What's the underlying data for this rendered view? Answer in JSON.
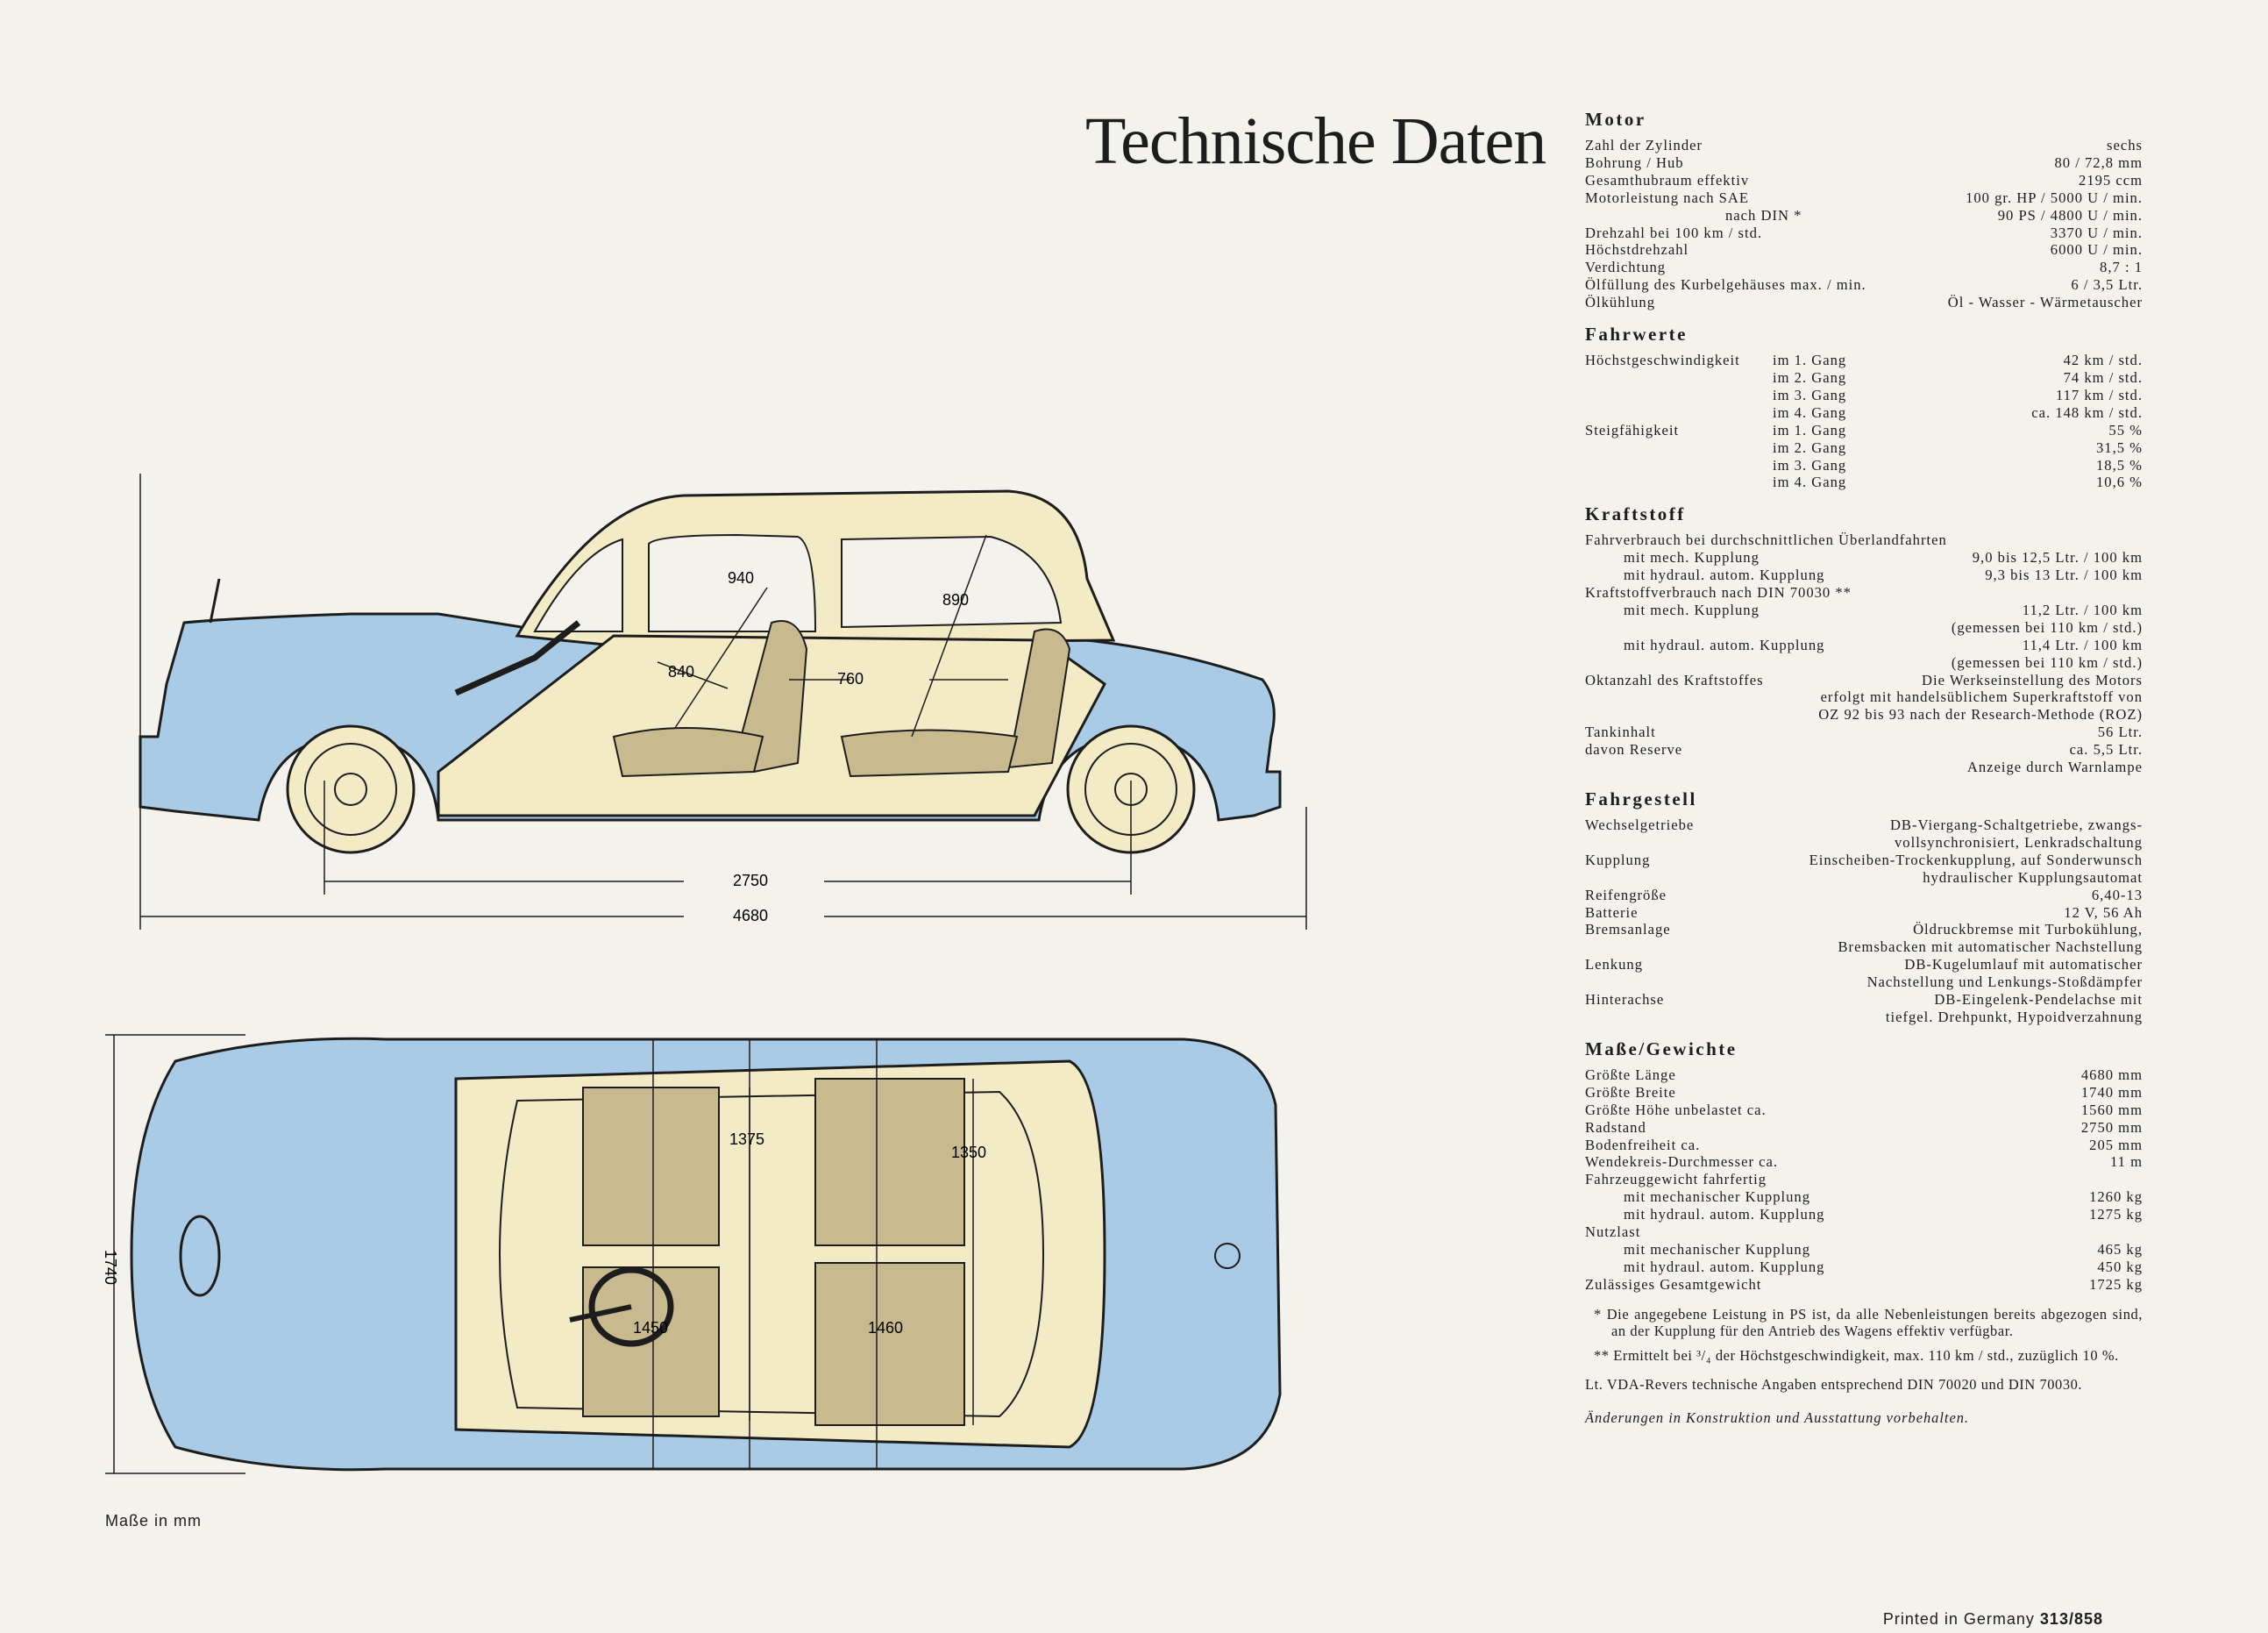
{
  "title": "Technische Daten",
  "dimensions_note": "Maße in mm",
  "printed": {
    "text": "Printed in Germany",
    "code": "313/858"
  },
  "drawing_labels": {
    "side_940": "940",
    "side_890": "890",
    "side_840": "840",
    "side_760": "760",
    "side_2750": "2750",
    "side_4680": "4680",
    "top_1740": "1740",
    "top_1375": "1375",
    "top_1350": "1350",
    "top_1450": "1450",
    "top_1460": "1460"
  },
  "colors": {
    "body": "#a9cbe6",
    "interior": "#f2ebc6",
    "seats": "#c9b98e",
    "ink": "#1d1d1d"
  },
  "motor": {
    "heading": "Motor",
    "rows": [
      {
        "l": "Zahl der Zylinder",
        "r": "sechs"
      },
      {
        "l": "Bohrung / Hub",
        "r": "80 / 72,8 mm"
      },
      {
        "l": "Gesamthubraum effektiv",
        "r": "2195 ccm"
      },
      {
        "l": "Motorleistung nach SAE",
        "r": "100 gr. HP / 5000 U / min."
      },
      {
        "l": "nach DIN *",
        "r": "90 PS / 4800 U / min."
      },
      {
        "l": "Drehzahl bei 100 km / std.",
        "r": "3370 U / min."
      },
      {
        "l": "Höchstdrehzahl",
        "r": "6000 U / min."
      },
      {
        "l": "Verdichtung",
        "r": "8,7 : 1"
      },
      {
        "l": "Ölfüllung des Kurbelgehäuses max. / min.",
        "r": "6 / 3,5 Ltr."
      },
      {
        "l": "Ölkühlung",
        "r": "Öl - Wasser - Wärmetauscher"
      }
    ]
  },
  "fahrwerte": {
    "heading": "Fahrwerte",
    "rows": [
      {
        "a": "Höchstgeschwindigkeit",
        "b": "im 1. Gang",
        "r": "42 km / std."
      },
      {
        "a": "",
        "b": "im 2. Gang",
        "r": "74 km / std."
      },
      {
        "a": "",
        "b": "im 3. Gang",
        "r": "117 km / std."
      },
      {
        "a": "",
        "b": "im 4. Gang",
        "r": "ca. 148 km / std."
      },
      {
        "a": "Steigfähigkeit",
        "b": "im 1. Gang",
        "r": "55 %"
      },
      {
        "a": "",
        "b": "im 2. Gang",
        "r": "31,5 %"
      },
      {
        "a": "",
        "b": "im 3. Gang",
        "r": "18,5 %"
      },
      {
        "a": "",
        "b": "im 4. Gang",
        "r": "10,6 %"
      }
    ]
  },
  "kraftstoff": {
    "heading": "Kraftstoff",
    "line1": "Fahrverbrauch bei durchschnittlichen Überlandfahrten",
    "mech1_l": "mit mech. Kupplung",
    "mech1_r": "9,0 bis 12,5 Ltr. / 100 km",
    "hydr1_l": "mit hydraul. autom. Kupplung",
    "hydr1_r": "9,3 bis 13 Ltr. / 100 km",
    "line2": "Kraftstoffverbrauch nach DIN 70030 **",
    "mech2_l": "mit mech. Kupplung",
    "mech2_r": "11,2 Ltr. / 100 km",
    "mech2_sub": "(gemessen bei 110 km / std.)",
    "hydr2_l": "mit hydraul. autom. Kupplung",
    "hydr2_r": "11,4 Ltr. / 100 km",
    "hydr2_sub": "(gemessen bei 110 km / std.)",
    "oktan_l": "Oktanzahl des Kraftstoffes",
    "oktan_r": "Die Werkseinstellung des Motors",
    "oktan_2": "erfolgt mit handelsüblichem Superkraftstoff von",
    "oktan_3": "OZ 92 bis 93 nach der Research-Methode (ROZ)",
    "tank_l": "Tankinhalt",
    "tank_r": "56 Ltr.",
    "res_l": "davon Reserve",
    "res_r": "ca. 5,5 Ltr.",
    "warn": "Anzeige durch Warnlampe"
  },
  "fahrgestell": {
    "heading": "Fahrgestell",
    "rows": [
      {
        "l": "Wechselgetriebe",
        "r": [
          "DB-Viergang-Schaltgetriebe, zwangs-",
          "vollsynchronisiert, Lenkradschaltung"
        ]
      },
      {
        "l": "Kupplung",
        "r": [
          "Einscheiben-Trockenkupplung, auf Sonderwunsch",
          "hydraulischer Kupplungsautomat"
        ]
      },
      {
        "l": "Reifengröße",
        "r": [
          "6,40-13"
        ]
      },
      {
        "l": "Batterie",
        "r": [
          "12 V, 56 Ah"
        ]
      },
      {
        "l": "Bremsanlage",
        "r": [
          "Öldruckbremse mit Turbokühlung,",
          "Bremsbacken mit automatischer Nachstellung"
        ]
      },
      {
        "l": "Lenkung",
        "r": [
          "DB-Kugelumlauf mit automatischer",
          "Nachstellung und Lenkungs-Stoßdämpfer"
        ]
      },
      {
        "l": "Hinterachse",
        "r": [
          "DB-Eingelenk-Pendelachse mit",
          "tiefgel. Drehpunkt, Hypoidverzahnung"
        ]
      }
    ]
  },
  "masse": {
    "heading": "Maße/Gewichte",
    "rows": [
      {
        "l": "Größte Länge",
        "r": "4680 mm",
        "i": 0
      },
      {
        "l": "Größte Breite",
        "r": "1740 mm",
        "i": 0
      },
      {
        "l": "Größte Höhe unbelastet ca.",
        "r": "1560 mm",
        "i": 0
      },
      {
        "l": "Radstand",
        "r": "2750 mm",
        "i": 0
      },
      {
        "l": "Bodenfreiheit ca.",
        "r": "205 mm",
        "i": 0
      },
      {
        "l": "Wendekreis-Durchmesser ca.",
        "r": "11 m",
        "i": 0
      },
      {
        "l": "Fahrzeuggewicht fahrfertig",
        "r": "",
        "i": 0
      },
      {
        "l": "mit mechanischer Kupplung",
        "r": "1260 kg",
        "i": 1
      },
      {
        "l": "mit hydraul. autom. Kupplung",
        "r": "1275 kg",
        "i": 1
      },
      {
        "l": "Nutzlast",
        "r": "",
        "i": 0
      },
      {
        "l": "mit mechanischer Kupplung",
        "r": "465 kg",
        "i": 1
      },
      {
        "l": "mit hydraul. autom. Kupplung",
        "r": "450 kg",
        "i": 1
      },
      {
        "l": "Zulässiges Gesamtgewicht",
        "r": "1725 kg",
        "i": 0
      }
    ]
  },
  "notes": {
    "n1": "* Die angegebene Leistung in PS ist, da alle Nebenleistungen bereits abgezogen sind, an der Kupplung für den Antrieb des Wagens effektiv verfügbar.",
    "n2": "** Ermittelt bei ³/₄ der Höchstgeschwindigkeit, max. 110 km / std., zuzüglich 10 %.",
    "n3": "Lt. VDA-Revers technische Angaben entsprechend DIN 70020 und DIN 70030.",
    "n4": "Änderungen in Konstruktion und Ausstattung vorbehalten."
  }
}
